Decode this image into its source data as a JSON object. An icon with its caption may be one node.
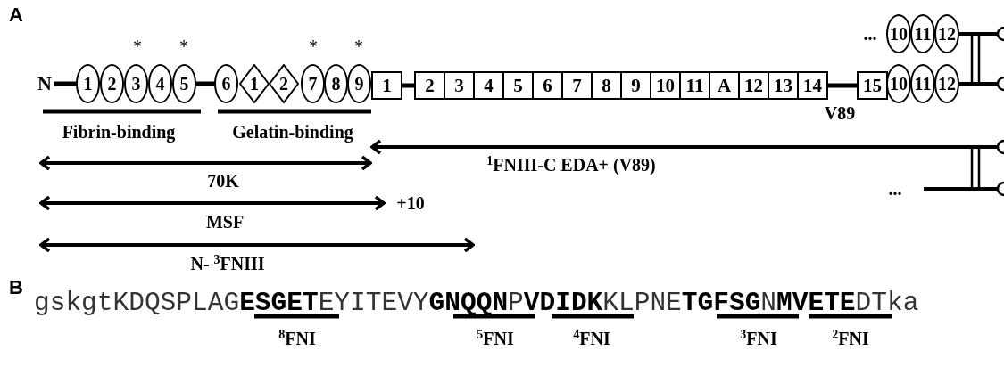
{
  "diagram": {
    "nodes": [
      {
        "text": [
          "N"
        ]
      },
      {
        "text": [
          "1"
        ]
      },
      {
        "text": [
          "2"
        ]
      },
      {
        "text": [
          "3"
        ]
      },
      {
        "text": [
          "4"
        ]
      },
      {
        "text": [
          "5"
        ]
      },
      {
        "text": [
          "6"
        ]
      },
      {
        "text": [
          "1"
        ]
      },
      {
        "text": [
          "2"
        ]
      },
      {
        "text": [
          "7"
        ]
      },
      {
        "text": [
          "8"
        ]
      },
      {
        "text": [
          "9"
        ]
      },
      {
        "text": [
          "1"
        ]
      },
      {
        "text": [
          "2"
        ]
      },
      {
        "text": [
          "3"
        ]
      },
      {
        "text": [
          "4"
        ]
      },
      {
        "text": [
          "5"
        ]
      },
      {
        "text": [
          "6"
        ]
      },
      {
        "text": [
          "7"
        ]
      },
      {
        "text": [
          "8"
        ]
      },
      {
        "text": [
          "9"
        ]
      },
      {
        "text": [
          "10"
        ]
      },
      {
        "text": [
          "11"
        ]
      },
      {
        "text": [
          "A"
        ]
      },
      {
        "text": [
          "12"
        ]
      },
      {
        "text": [
          "13"
        ]
      },
      {
        "text": [
          "14"
        ]
      },
      {
        "text": [
          "15"
        ]
      },
      {
        "text": [
          "10"
        ]
      },
      {
        "text": [
          "11"
        ]
      },
      {
        "text": [
          "12"
        ]
      },
      {
        "text": [
          "10"
        ]
      },
      {
        "text": [
          "11"
        ]
      },
      {
        "text": [
          "12"
        ]
      }
    ],
    "edges": [
      {
        "from": 0,
        "to": 1,
        "arrow": "none"
      },
      {
        "from": 5,
        "to": 6,
        "arrow": "none"
      },
      {
        "from": 12,
        "to": 13,
        "arrow": "none"
      },
      {
        "from": 26,
        "to": 27,
        "arrow": "none"
      }
    ],
    "labels": [
      "A",
      "...",
      "*",
      "*",
      "*",
      "*",
      "V89",
      "Fibrin-binding",
      "Gelatin-binding",
      "$^{1}$FNIII-C EDA+ (V89)",
      "70K",
      "...",
      "+10",
      "MSF",
      "N- $^{3}$FNIII",
      "B",
      "gskgtKDQSPLAG**ESGET**EYITEVY**GNQQN**P**VDIDK**KLPNE**TGFSG**N**MVETE**DTka",
      "$^{8}$FNI",
      "$^{5}$FNI",
      "$^{4}$FNI",
      "$^{3}$FNI",
      "$^{2}$FNI"
    ]
  }
}
